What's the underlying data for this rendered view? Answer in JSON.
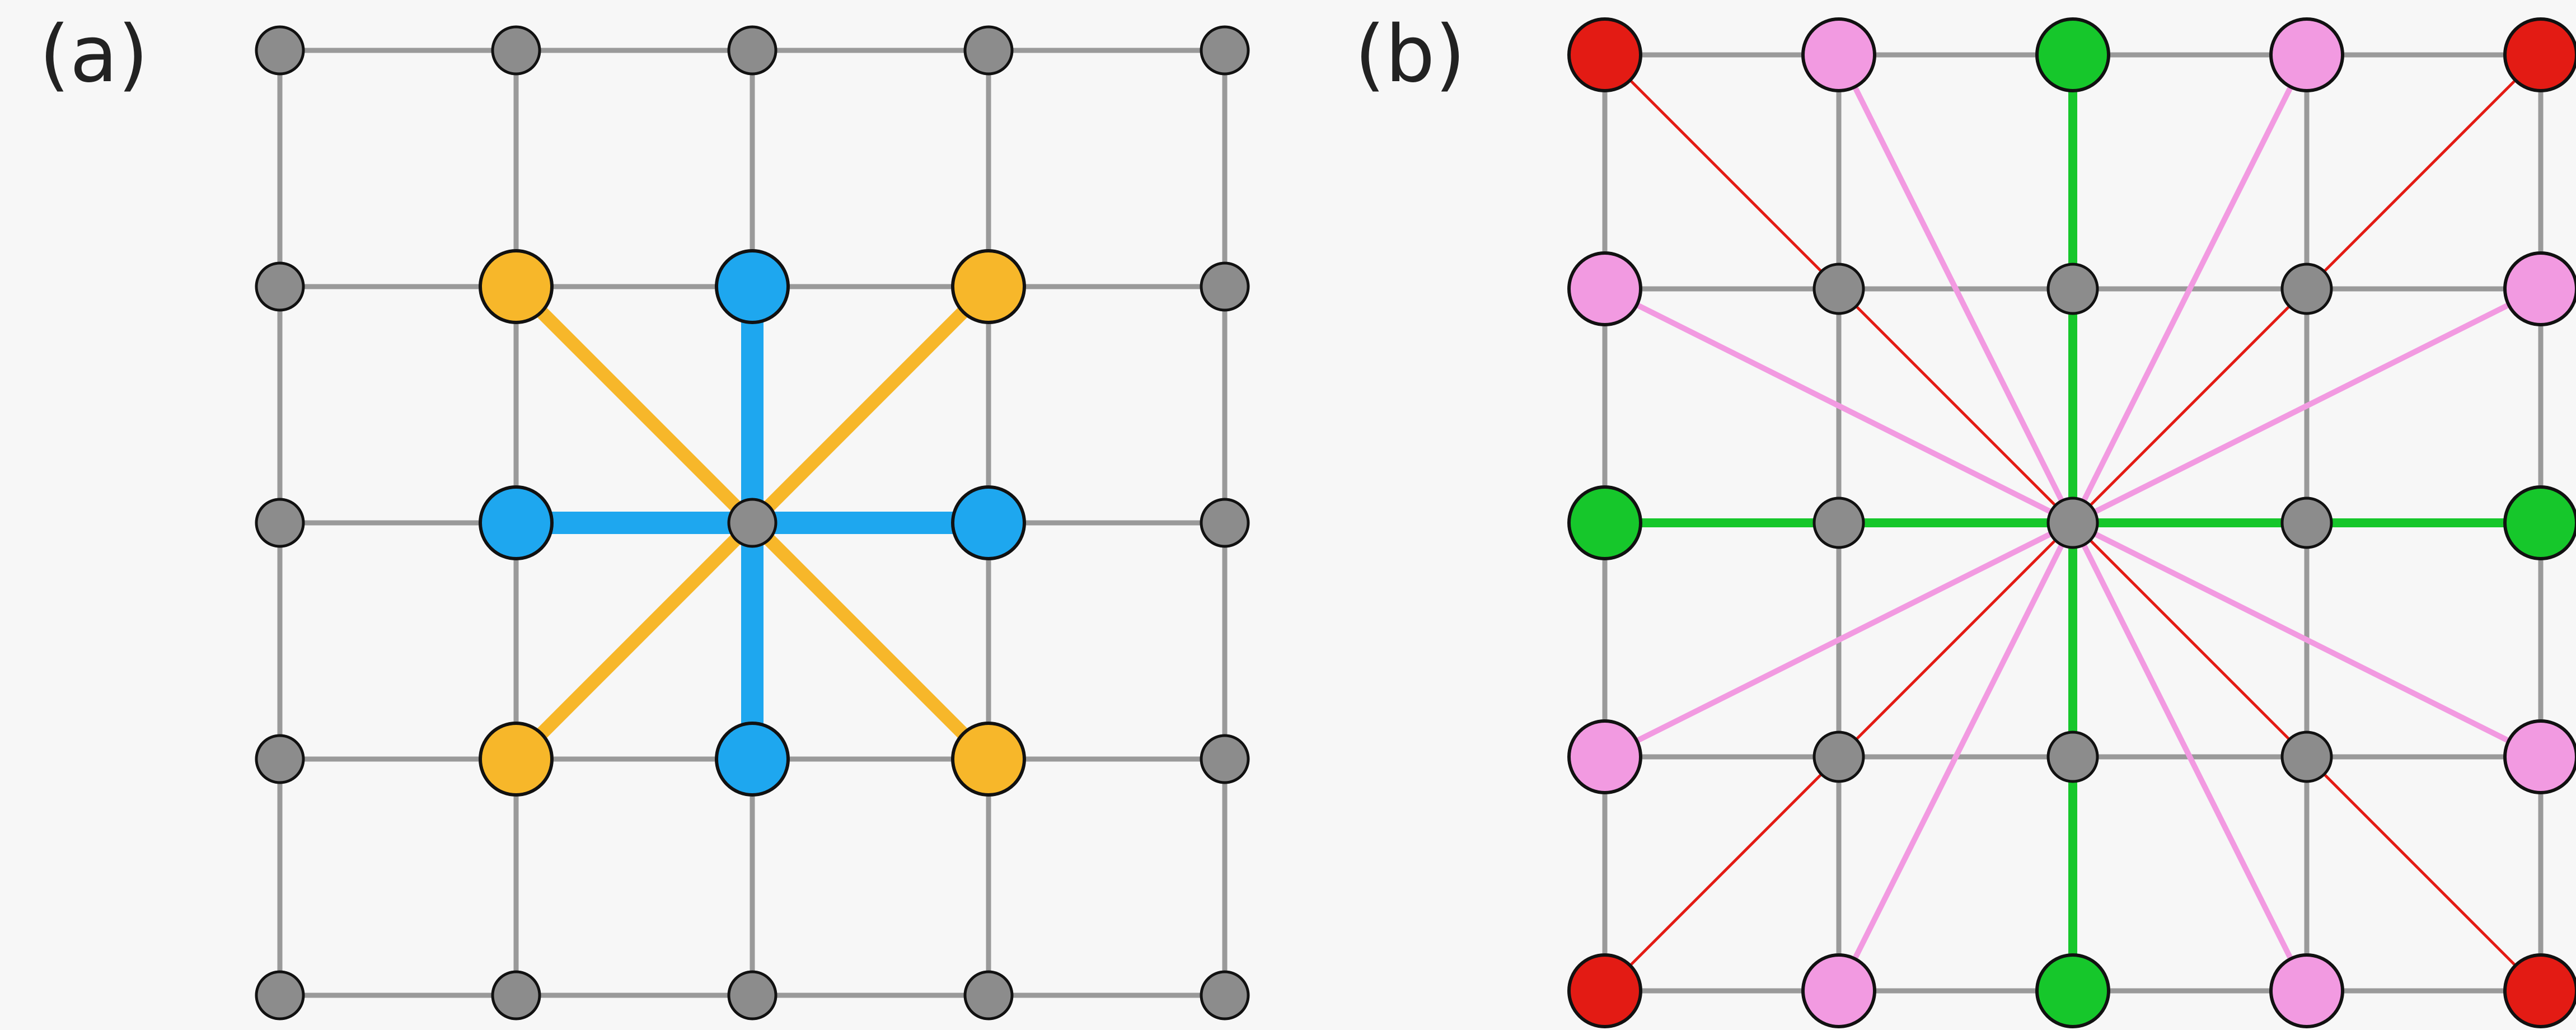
{
  "panels": [
    {
      "label": "(a)",
      "grid_size": 5,
      "connections": [
        {
          "class": "nearest",
          "color": "#1ea7ef",
          "to": [
            [
              1,
              2
            ],
            [
              2,
              1
            ],
            [
              3,
              2
            ],
            [
              2,
              3
            ]
          ]
        },
        {
          "class": "diagonal",
          "color": "#f7b72a",
          "to": [
            [
              1,
              1
            ],
            [
              1,
              3
            ],
            [
              3,
              1
            ],
            [
              3,
              3
            ]
          ]
        }
      ]
    },
    {
      "label": "(b)",
      "grid_size": 5,
      "connections": [
        {
          "class": "axial",
          "color": "#16c72b",
          "to": [
            [
              0,
              2
            ],
            [
              4,
              2
            ],
            [
              2,
              0
            ],
            [
              2,
              4
            ]
          ]
        },
        {
          "class": "corner-diagonal",
          "color": "#e31b14",
          "to": [
            [
              0,
              0
            ],
            [
              0,
              4
            ],
            [
              4,
              0
            ],
            [
              4,
              4
            ]
          ]
        },
        {
          "class": "knight-like",
          "color": "#f29ae1",
          "to": [
            [
              0,
              1
            ],
            [
              0,
              3
            ],
            [
              4,
              1
            ],
            [
              4,
              3
            ],
            [
              1,
              0
            ],
            [
              3,
              0
            ],
            [
              1,
              4
            ],
            [
              3,
              4
            ]
          ]
        }
      ]
    }
  ],
  "colors": {
    "grid": "#9a9a9a",
    "node": "#8c8c8c",
    "outline": "#111111"
  }
}
